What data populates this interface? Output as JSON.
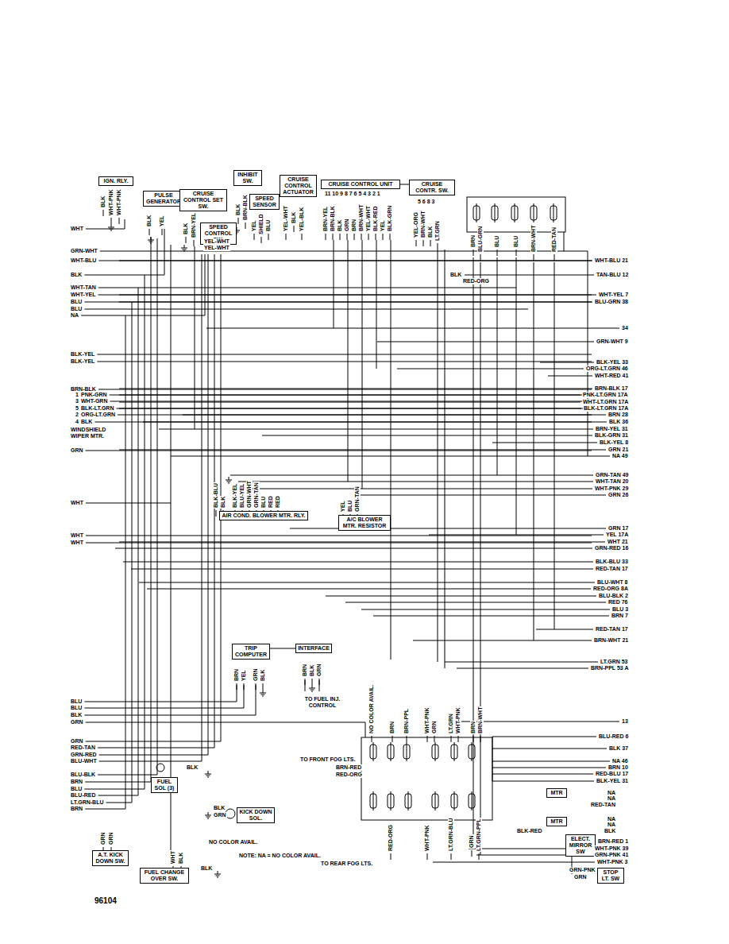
{
  "diagram": {
    "nodes": [
      {
        "text": [
          "IGN. RLY."
        ]
      },
      {
        "text": [
          "PULSE GENERATOR"
        ]
      },
      {
        "text": [
          "CRUISE CONTROL SET SW."
        ]
      },
      {
        "text": [
          "INHIBIT SW."
        ]
      },
      {
        "text": [
          "SPEED SENSOR"
        ]
      },
      {
        "text": [
          "CRUISE CONTROL ACTUATOR"
        ]
      },
      {
        "text": [
          "CRUISE CONTROL UNIT"
        ]
      },
      {
        "text": [
          "CRUISE CONTR. SW."
        ]
      },
      {
        "text": [
          "SPEED CONTROL SW."
        ]
      },
      {
        "text": [
          "AIR COND. BLOWER MTR. RLY."
        ]
      },
      {
        "text": [
          "A/C BLOWER MTR. RESISTOR"
        ]
      },
      {
        "text": [
          "TRIP COMPUTER"
        ]
      },
      {
        "text": [
          "INTERFACE"
        ]
      },
      {
        "text": [
          "FUEL SOL (3)"
        ]
      },
      {
        "text": [
          "KICK DOWN SOL."
        ]
      },
      {
        "text": [
          "A.T. KICK DOWN SW."
        ]
      },
      {
        "text": [
          "FUEL CHANGE OVER SW."
        ]
      },
      {
        "text": [
          "MTR"
        ]
      },
      {
        "text": [
          "MTR"
        ]
      },
      {
        "text": [
          "ELECT. MIRROR SW"
        ]
      },
      {
        "text": [
          "STOP LT. SW"
        ]
      }
    ],
    "edges": [
      {
        "from": 11,
        "to": 12,
        "arrow": "none"
      },
      {
        "from": 6,
        "to": 7,
        "arrow": "none"
      }
    ],
    "labels": [
      "WHT",
      "GRN-WHT",
      "WHT-BLU",
      "BLK",
      "WHT-TAN",
      "WHT-YEL",
      "BLU",
      "BLU",
      "NA",
      "BLK-YEL",
      "BLK-YEL",
      "BRN-BLK",
      "1",
      "PNK-GRN",
      "3",
      "WHT-GRN",
      "5",
      "BLK-LT.GRN",
      "2",
      "ORG-LT.GRN",
      "4",
      "BLK",
      "WINDSHIELD WIPER MTR.",
      "GRN",
      "WHT",
      "WHT",
      "WHT",
      "BLU",
      "BLU",
      "BLK",
      "GRN",
      "GRN",
      "RED-TAN",
      "GRN-RED",
      "BLU-WHT",
      "BLU-BLK",
      "BRN",
      "BLU",
      "BLU-RED",
      "LT.GRN-BLU",
      "BRN",
      "WHT-BLU 21",
      "TAN-BLU 12",
      "WHT-YEL 7",
      "BLU-GRN 38",
      "34",
      "GRN-WHT 9",
      "BLK-YEL 33",
      "ORG-LT.GRN 46",
      "WHT-RED 41",
      "BRN-BLK 17",
      "PNK-LT.GRN 17A",
      "WHT-LT.GRN 17A",
      "BLK-LT.GRN 17A",
      "BRN 28",
      "BLK 36",
      "BRN-YEL 31",
      "BLK-GRN 31",
      "BLK-YEL 8",
      "GRN 21",
      "NA 49",
      "GRN-TAN 49",
      "WHT-TAN 20",
      "WHT-PNK 29",
      "GRN 26",
      "GRN 17",
      "YEL 17A",
      "WHT 21",
      "GRN-RED 16",
      "BLK-BLU 33",
      "RED-TAN 17",
      "BLU-WHT 8",
      "RED-ORG 8A",
      "BLU-BLK 2",
      "RED 76",
      "BLU 3",
      "BRN 7",
      "RED-TAN 17",
      "BRN-WHT 21",
      "LT.GRN 53",
      "BRN-PPL 53 A",
      "13",
      "BLU-RED 6",
      "BLK 37",
      "NA 46",
      "BRN 10",
      "RED-BLU 17",
      "BLK-YEL 31",
      "BRN-RED 1",
      "WHT-PNK 39",
      "GRN-PNK 41",
      "WHT-PNK 3",
      "BLK",
      "RED-ORG",
      "BRN-RED",
      "RED-ORG",
      "NA",
      "NA",
      "RED-TAN",
      "NA",
      "NA",
      "BLK",
      "BLK-RED",
      "GRN-PNK",
      "GRN",
      "BLK",
      "BLK",
      "GRN",
      "BLK",
      "NO COLOR AVAIL.",
      "NOTE: NA = NO COLOR AVAIL.",
      "TO FUEL INJ. CONTROL",
      "TO FRONT FOG LTS.",
      "TO REAR FOG LTS.",
      "11 10 9 8 7 6 5 4 3 2 1",
      "5 6 8 3",
      "96104",
      "YEL-WHT",
      "YEL-WHT",
      "BLK",
      "WHT-PNK",
      "WHT-PNK",
      "BLK",
      "YEL",
      "BLK",
      "BRN-YEL",
      "BLK",
      "BRN-BLK",
      "YEL",
      "SHIELD",
      "BLU",
      "YEL-WHT",
      "BLK",
      "YEL-BLK",
      "BRN-YEL",
      "BRN-BLK",
      "BLK",
      "GRN",
      "BRN",
      "BRN-WHT",
      "YEL-WHT",
      "BLK-RED",
      "YEL",
      "BLK-GRN",
      "YEL-ORG",
      "BRN-WHT",
      "BLK",
      "LT.GRN",
      "BRN",
      "BLU-GRN",
      "BLU",
      "BLU",
      "BRN-WHT",
      "RED-TAN",
      "BLK-BLU",
      "BLK",
      "BLK-YEL",
      "BLU-YEL",
      "GRN-WHT",
      "GRN-TAN",
      "BLU",
      "RED",
      "RED",
      "YEL",
      "BLU",
      "GRN-TAN",
      "BRN",
      "YEL",
      "GRN",
      "BLK",
      "BRN",
      "BLK",
      "GRN",
      "NO COLOR AVAIL.",
      "BRN",
      "BRN-PPL",
      "WHT-PNK",
      "GRN",
      "LT.GRN",
      "WHT-PNK",
      "BRN",
      "BRN-WHT",
      "RED-ORG",
      "WHT-PNK",
      "LT.GRN-BLU",
      "GRN",
      "LT.GRN-PPL",
      "GRN",
      "GRN",
      "WHT",
      "BLK"
    ]
  }
}
